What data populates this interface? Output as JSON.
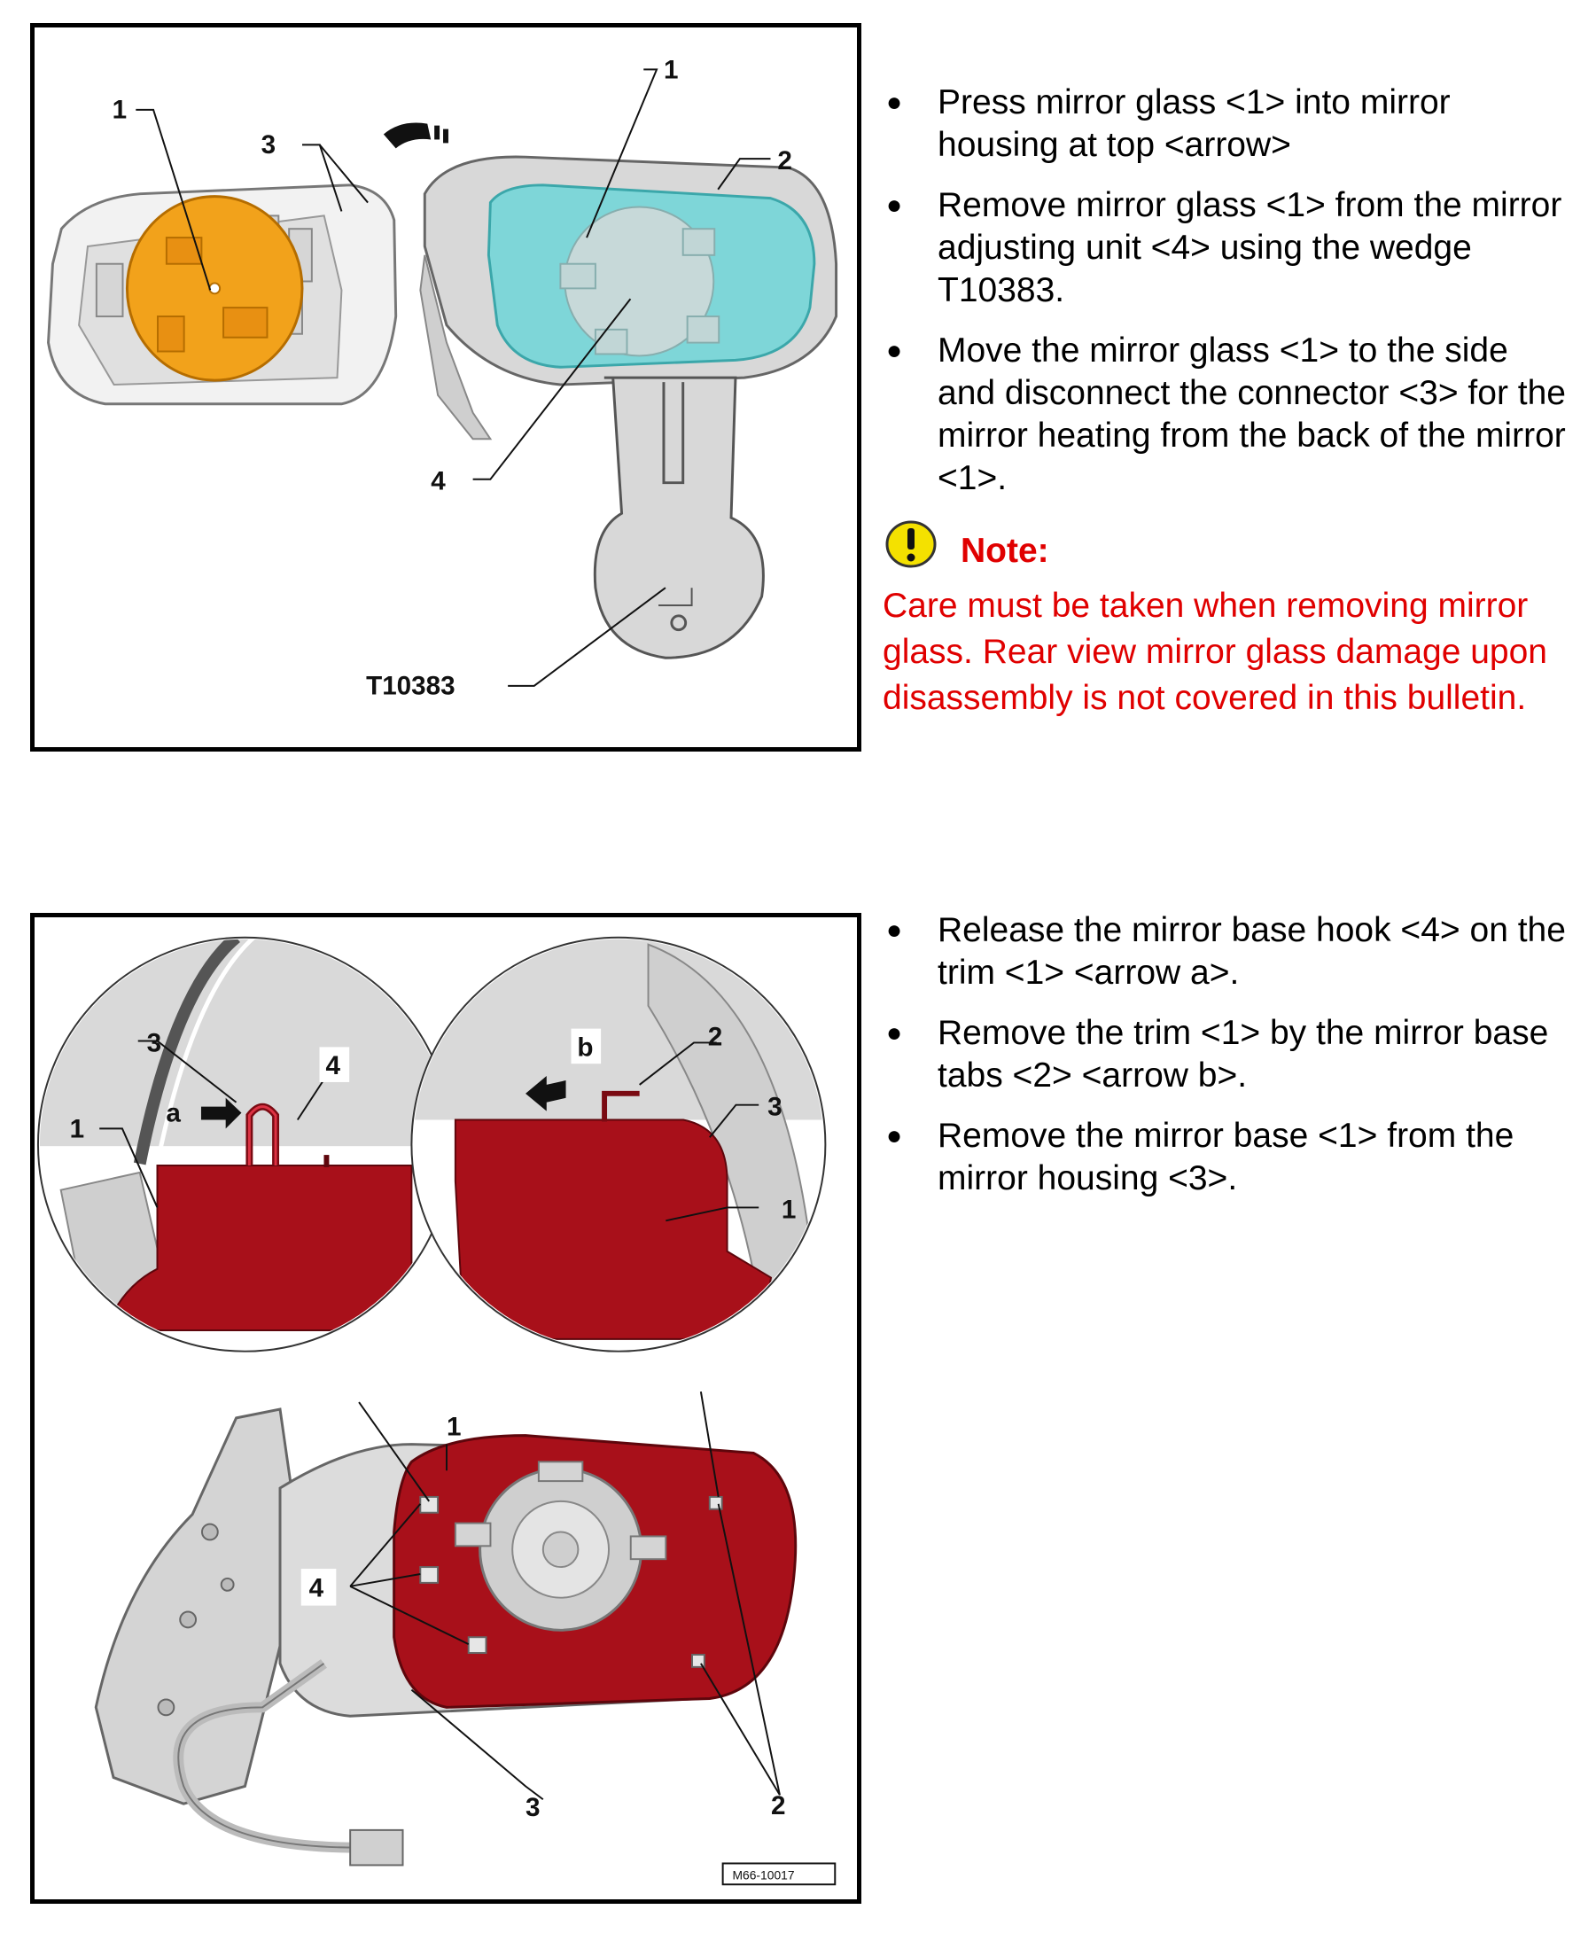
{
  "figure_1": {
    "callouts": {
      "c1_left": "1",
      "c3": "3",
      "c1_right": "1",
      "c2": "2",
      "c4": "4",
      "tool": "T10383"
    }
  },
  "step_group_1": {
    "steps": [
      "Press mirror glass <1> into mirror housing at top <arrow>",
      "Remove mirror glass <1> from the mirror adjusting unit <4> using the wedge T10383.",
      "Move the mirror glass <1> to the side and disconnect the connector <3> for the mirror heating from the back of the mirror <1>."
    ],
    "note": {
      "label": "Note:",
      "text": "Care must be taken when removing mirror glass. Rear view mirror glass damage upon disassembly is not covered in this bulletin."
    }
  },
  "figure_2": {
    "callouts": {
      "l3": "3",
      "l4": "4",
      "la": "a",
      "l1": "1",
      "r2": "2",
      "rb": "b",
      "r3": "3",
      "r1": "1",
      "m1": "1",
      "m4": "4",
      "m3": "3",
      "m2": "2"
    },
    "stamp": "M66-10017"
  },
  "step_group_2": {
    "steps": [
      "Release the mirror base hook <4> on the trim <1> <arrow a>.",
      "Remove the trim <1> by the mirror base tabs <2> <arrow b>.",
      "Remove the mirror base <1> from the mirror housing <3>."
    ]
  },
  "colors": {
    "mirror_glass_highlight": "#7ed6d8",
    "connector_highlight": "#f2a21b",
    "base_highlight": "#a8101a",
    "note_text": "#e00000",
    "note_icon": "#f4e100"
  },
  "icons": {
    "note": "warning-exclamation-icon",
    "bullet": "bullet-dot-icon"
  }
}
